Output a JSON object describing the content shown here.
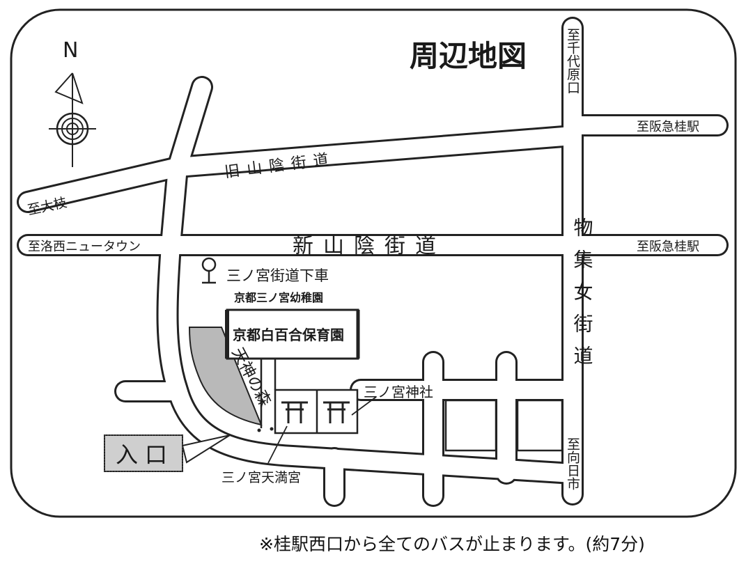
{
  "title": "周辺地図",
  "compass": {
    "letter": "N"
  },
  "roads": {
    "old_sanin": "旧山陰街道",
    "new_sanin": "新山陰街道",
    "monoshume": "物集女街道"
  },
  "directions": {
    "oe": "至大枝",
    "rakusai": "至洛西ニュータウン",
    "hankyu_top": "至阪急桂駅",
    "hankyu_mid": "至阪急桂駅",
    "chiyohara": "至千代原口",
    "muko": "至向日市"
  },
  "places": {
    "bus_stop": "三ノ宮街道下車",
    "kindergarten": "京都三ノ宮幼稚園",
    "nursery": "京都白百合保育園",
    "forest": "天神の森",
    "shrine": "三ノ宮神社",
    "tenmangu": "三ノ宮天満宮",
    "entrance": "入口"
  },
  "footnote": "※桂駅西口から全てのバスが止まります。(約7分)"
}
